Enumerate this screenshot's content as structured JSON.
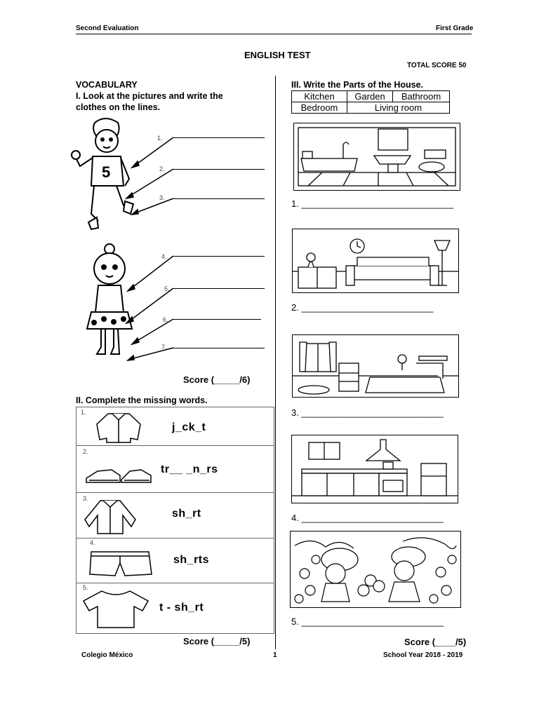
{
  "header": {
    "left": "Second Evaluation",
    "right": "First Grade"
  },
  "title": "ENGLISH TEST",
  "total_score": "TOTAL SCORE 50",
  "vocabulary": {
    "heading": "VOCABULARY",
    "instruction_1": "I. Look at the pictures and write the",
    "instruction_2": "clothes on the lines.",
    "numbers": [
      "1.",
      "2.",
      "3.",
      "4.",
      "5.",
      "6.",
      "7."
    ],
    "score": "Score (_____/6)"
  },
  "missing_words": {
    "heading": "II. Complete the missing words.",
    "items": [
      {
        "number": "1.",
        "word": "j_ck_t",
        "icon": "jacket-icon"
      },
      {
        "number": "2.",
        "word": "tr__ _n_rs",
        "icon": "trainers-icon"
      },
      {
        "number": "3.",
        "word": "sh_rt",
        "icon": "shirt-icon"
      },
      {
        "number": "4.",
        "word": "sh_rts",
        "icon": "shorts-icon"
      },
      {
        "number": "5.",
        "word": "t - sh_rt",
        "icon": "tshirt-icon"
      }
    ],
    "score": "Score (_____/5)"
  },
  "house": {
    "heading": "III. Write the Parts of the House.",
    "word_bank_row1": [
      "Kitchen",
      "Garden",
      "Bathroom"
    ],
    "word_bank_row2": [
      "Bedroom",
      "Living room"
    ],
    "answers": [
      "1. ______________________________",
      "2. __________________________",
      "3. ____________________________",
      "4. ____________________________",
      "5. ____________________________"
    ],
    "pictures": [
      "bathroom-icon",
      "living-room-icon",
      "bedroom-icon",
      "kitchen-icon",
      "garden-icon"
    ],
    "score": "Score (____/5)"
  },
  "footer": {
    "left": "Colegio México",
    "center": "1",
    "right": "School Year 2018 - 2019"
  }
}
